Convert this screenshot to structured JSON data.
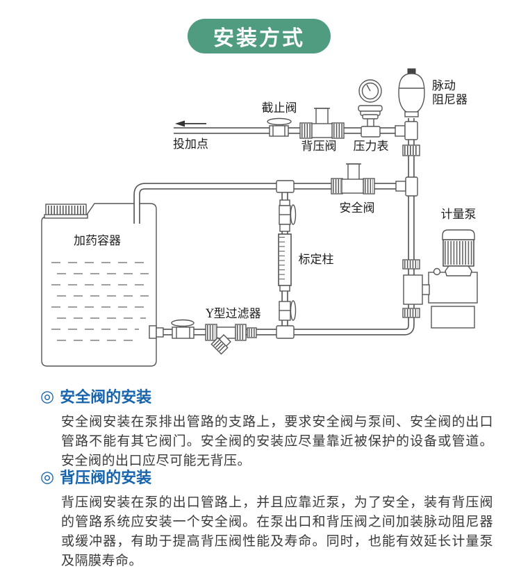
{
  "title": {
    "label": "安装方式"
  },
  "diagram": {
    "labels": {
      "stop_valve": "截止阀",
      "back_pressure_valve": "背压阀",
      "pressure_gauge": "压力表",
      "pulse_damper_line1": "脉动",
      "pulse_damper_line2": "阻尼器",
      "injection_point": "投加点",
      "safety_valve": "安全阀",
      "metering_pump": "计量泵",
      "calibration_column": "标定柱",
      "y_strainer": "Y型过滤器",
      "dosing_container": "加药容器"
    }
  },
  "sections": [
    {
      "bullet": "◎",
      "heading": "安全阀的安装",
      "body": "安全阀安装在泵排出管路的支路上，要求安全阀与泵间、安全阀的出口管路不能有其它阀门。安全阀的安装应尽量靠近被保护的设备或管道。安全阀的出口应尽可能无背压。"
    },
    {
      "bullet": "◎",
      "heading": "背压阀的安装",
      "body": "背压阀安装在泵的出口管路上，并且应靠近泵，为了安全，装有背压阀的管路系统应安装一个安全阀。在泵出口和背压阀之间加装脉动阻尼器或缓冲器，有助于提高背压阀性能及寿命。同时，也能有效延长计量泵及隔膜寿命。"
    }
  ],
  "colors": {
    "badge_green": "#4f9c81",
    "heading_blue": "#1664ad",
    "line_gray": "#555555",
    "body_text": "#3a3a3a"
  }
}
